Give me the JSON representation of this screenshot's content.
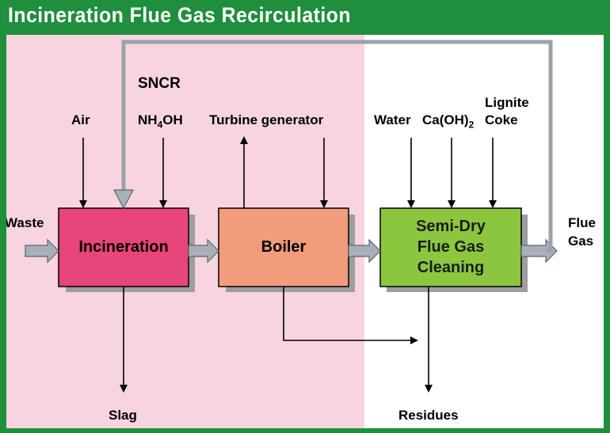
{
  "title": "Incineration Flue Gas Recirculation",
  "colors": {
    "frame": "#1e8f3c",
    "pink_zone": "#f7d4df",
    "incineration_box": "#e8457a",
    "boiler_box": "#f29c7c",
    "cleaning_box": "#8cc63f",
    "shadow": "#9e9e9e",
    "recirc_line": "#9aa3ab"
  },
  "nodes": {
    "incineration": "Incineration",
    "boiler": "Boiler",
    "cleaning_lines": [
      "Semi-Dry",
      "Flue Gas",
      "Cleaning"
    ]
  },
  "labels": {
    "waste": "Waste",
    "air": "Air",
    "sncr": "SNCR",
    "nh4oh_main": "NH",
    "nh4oh_sub": "4",
    "nh4oh_tail": "OH",
    "turbine": "Turbine generator",
    "water": "Water",
    "caoh2_main": "Ca(OH)",
    "caoh2_sub": "2",
    "lignite": "Lignite",
    "coke": "Coke",
    "flue": "Flue",
    "gas": "Gas",
    "slag": "Slag",
    "residues": "Residues"
  }
}
